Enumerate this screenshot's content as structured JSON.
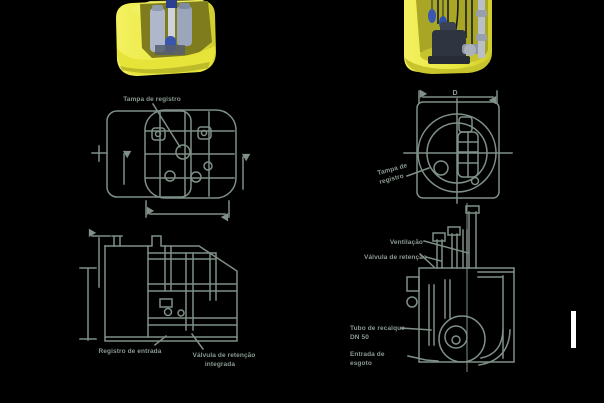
{
  "colors": {
    "background": "#000000",
    "drawing_line": "#7f9087",
    "label_text": "#8a9a90",
    "tank_yellow": "#e9e73e",
    "pump_grey": "#aeb8ca",
    "float_blue": "#3a55ae",
    "marker_white": "#ffffff"
  },
  "plan_left": {
    "callout": "Tampa de registro"
  },
  "plan_right": {
    "dim_label": "D",
    "callout_line1": "Tampa de",
    "callout_line2": "registro"
  },
  "side_left": {
    "label1": "Registro de entrada",
    "label2_line1": "Válvula de retenção",
    "label2_line2": "integrada"
  },
  "side_right": {
    "label1": "Ventilação",
    "label2": "Válvula de retenção",
    "label3_line1": "Tubo de recalque",
    "label3_line2": "DN 50",
    "label4_line1": "Entrada de",
    "label4_line2": "esgoto"
  }
}
